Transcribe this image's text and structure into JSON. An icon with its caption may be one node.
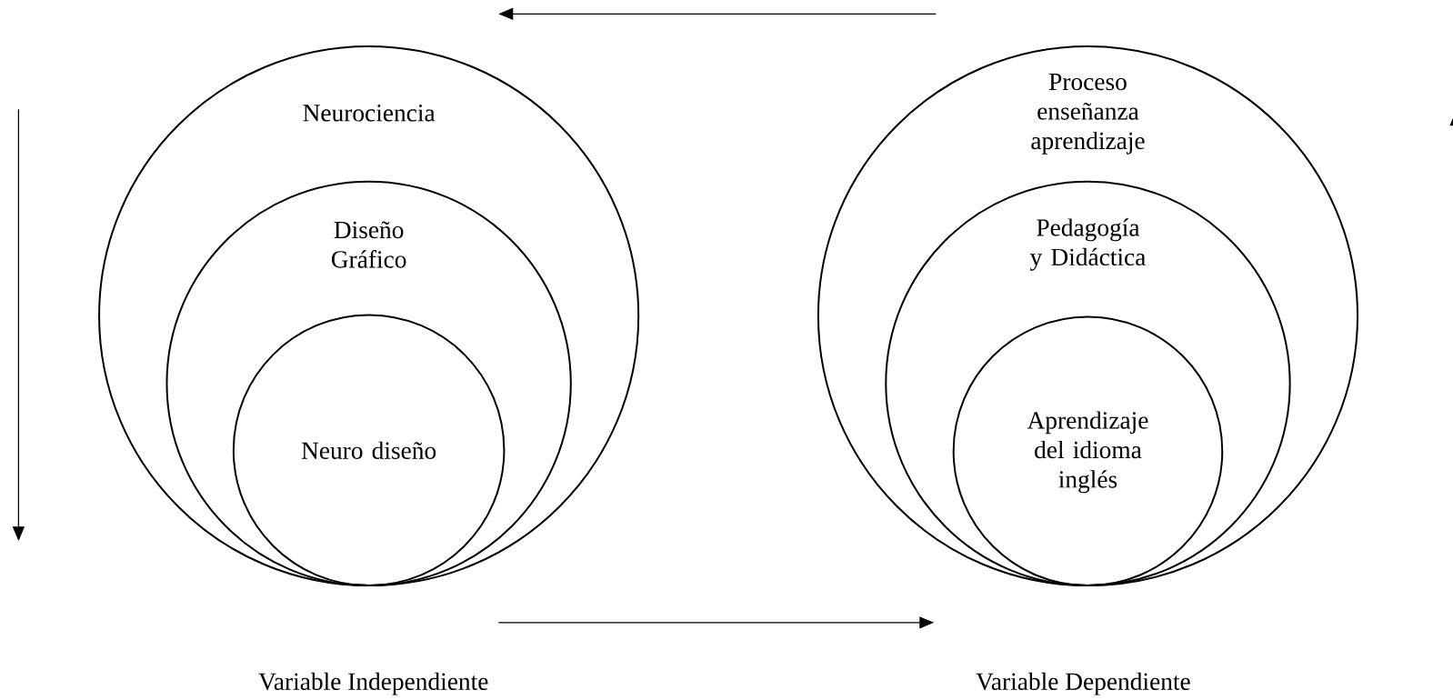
{
  "diagram": {
    "nodes": [
      {
        "text": [
          "Neurociencia"
        ]
      },
      {
        "text": [
          "Diseño Gráfico"
        ],
        "in": 0
      },
      {
        "text": [
          "Neuro diseño"
        ],
        "in": 1
      },
      {
        "text": [
          "Proceso enseñanza aprendizaje"
        ]
      },
      {
        "text": [
          "Pedagogía y Didáctica"
        ],
        "in": 3
      },
      {
        "text": [
          "Aprendizaje del idioma inglés"
        ],
        "in": 4
      }
    ],
    "labels": [
      "Variable Independiente",
      "Variable Dependiente"
    ]
  }
}
